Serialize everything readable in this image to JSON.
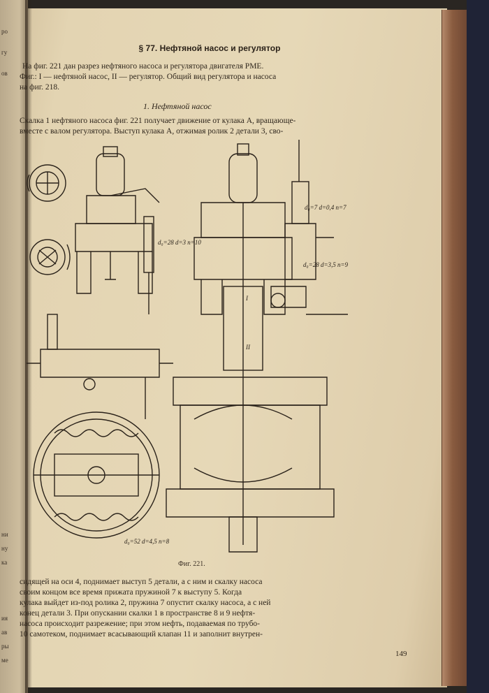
{
  "left_page_fragments": [
    "ро",
    "гу",
    "ов",
    "ни",
    "ну",
    "ка",
    "ия",
    "ав",
    "ры",
    "ме"
  ],
  "section_title": "§ 77. Нефтяной насос и регулятор",
  "intro_lines": [
    "На фиг. 221 дан разрез нефтяного насоса и регулятора двигателя РМЕ.",
    "Фиг.: I — нефтяной насос, II — регулятор. Общий вид регулятора и насоса",
    "на фиг. 218."
  ],
  "subsection_title": "1. Нефтяной насос",
  "body_lines_top": [
    "Скалка 1 нефтяного насоса фиг. 221 получает движение от кулака А, вращающе-",
    "вместе с валом регулятора. Выступ кулака А, отжимая ролик 2 детали 3, сво-"
  ],
  "figure_labels": {
    "top_right_1": "d₀=7 d=0,4 n=7",
    "top_right_2": "d₀=28 d=3,5 n=9",
    "left_mid": "d₀=28 d=3 n=10",
    "bottom_left": "d₀=52 d=4,5 n=8",
    "roman_one": "I",
    "roman_two": "II"
  },
  "figure_caption": "Фиг. 221.",
  "body_lines_bottom": [
    "сидящей на оси 4, поднимает выступ 5 детали, а с ним и скалку насоса",
    "своим концом все время прижата пружиной 7 к выступу 5. Когда",
    "кулака выйдет из-под ролика 2, пружина 7 опустит скалку насоса, а с ней",
    "конец детали 3. При опускании скалки 1 в пространстве 8 и 9 нефтя-",
    "насоса происходит разрежение; при этом нефть, подаваемая по трубо-",
    "10 самотеком, поднимает всасывающий клапан 11 и заполнит внутрен-"
  ],
  "page_number": "149"
}
